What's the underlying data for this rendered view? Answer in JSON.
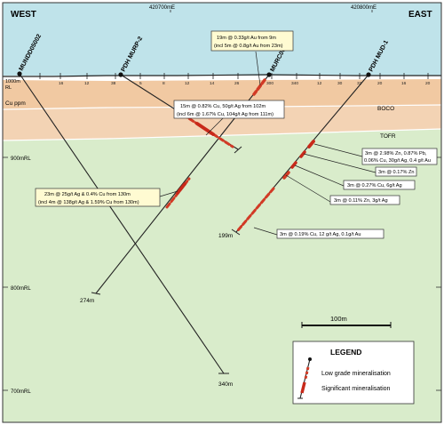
{
  "header": {
    "west": "WEST",
    "east": "EAST"
  },
  "eastings": [
    "420700mE",
    "420800mE"
  ],
  "levels": {
    "rl_1000": "1000m",
    "rl_suffix": "RL",
    "rl_900": "900mRL",
    "rl_800": "800mRL",
    "rl_700": "700mRL"
  },
  "layers": {
    "cu_ppm": "Cu ppm",
    "boco": "BOCO",
    "tofr": "TOFR"
  },
  "surface_ticks": [
    "16",
    "12",
    "38",
    "5",
    "8",
    "12",
    "14",
    "26",
    "300",
    "340",
    "12",
    "30",
    "32",
    "20",
    "16",
    "20"
  ],
  "holes": [
    {
      "name": "MUNDD05002",
      "depth": "340m"
    },
    {
      "name": "PDH MURP-2",
      "depth": "274m"
    },
    {
      "name": "MURC005",
      "depth": ""
    },
    {
      "name": "PDH MUD-1",
      "depth": "199m"
    }
  ],
  "annotations": {
    "murc005_a": "19m @ 0.33g/t Au from 9m",
    "murc005_b": "(incl 5m @ 0.8g/t Au from 23m)",
    "murp2_a": "15m @ 0.82% Cu, 50g/t Ag from 102m",
    "murp2_b": "(incl 6m @ 1.67% Cu, 104g/t Ag from 111m)",
    "mundd_a": "23m @ 25g/t Ag & 0.4% Cu from 130m",
    "mundd_b": "(incl 4m @ 138g/t Ag & 1.59% Cu from 130m)",
    "mud1_1a": "3m @ 2.98% Zn, 0.87% Pb,",
    "mud1_1b": "0.06% Cu, 30g/t Ag, 0.4 g/t Au",
    "mud1_2": "3m @ 0.17% Zn",
    "mud1_3": "3m @ 0.27% Cu, 6g/t Ag",
    "mud1_4": "3m @ 0.11% Zn, 3g/t Ag",
    "mud1_5": "3m @ 0.19% Cu, 12 g/t Ag, 0.1g/t Au"
  },
  "scale": {
    "label": "100m"
  },
  "legend": {
    "title": "LEGEND",
    "low": "Low grade mineralisation",
    "significant": "Significant mineralisation"
  },
  "colors": {
    "sky": "#bfe3ea",
    "oxide_top": "#f1c9a2",
    "oxide": "#f3d3b4",
    "fresh": "#d9eccb",
    "mineralisation": "#d23a25"
  }
}
